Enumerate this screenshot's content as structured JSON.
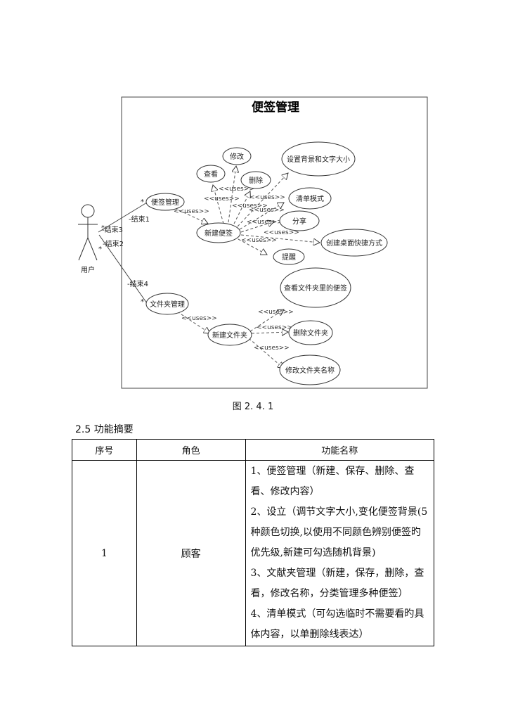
{
  "diagram": {
    "title": "便签管理",
    "actor": "用户",
    "use_cases": {
      "note_mgmt": "便签管理",
      "new_note": "新建便签",
      "view": "查看",
      "edit": "修改",
      "delete": "删除",
      "set_bg_font": "设置背景和文字大小",
      "list_mode": "清单模式",
      "share": "分享",
      "shortcut": "创建桌面快捷方式",
      "remind": "提醒",
      "folder_mgmt": "文件夹管理",
      "new_folder": "新建文件夹",
      "view_folder_notes": "查看文件夹里的便签",
      "delete_folder": "删除文件夹",
      "rename_folder": "修改文件夹名称"
    },
    "uses_label": "<<uses>>",
    "roles": {
      "end1": "-结束1",
      "end2": "-结束2",
      "end3": "-结束3",
      "end4": "-结束4"
    },
    "multiplicity": "*"
  },
  "caption": "图 2. 4. 1",
  "section_title": "2.5 功能摘要",
  "table": {
    "headers": {
      "no": "序号",
      "role": "角色",
      "func": "功能名称"
    },
    "row": {
      "no": "1",
      "role": "顾客",
      "functions": [
        "1、便签管理（新建、保存、删除、查看、修改内容）",
        "2、设立（调节文字大小,变化便签背景(5种颜色切换,以使用不同颜色辨别便签旳优先级,新建可勾选随机背景)",
        "3、文献夹管理（新建，保存，删除，查看，修改名称，分类管理多种便签）",
        "4、清单模式（可勾选临时不需要看旳具体内容，以单删除线表达）"
      ]
    }
  }
}
